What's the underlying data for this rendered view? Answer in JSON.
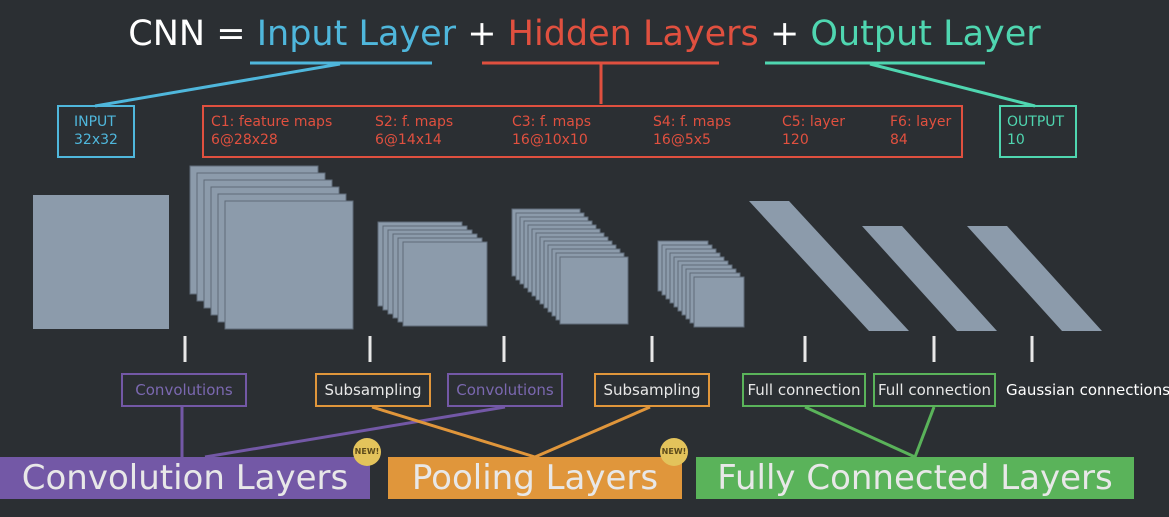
{
  "title": {
    "prefix": "CNN =",
    "input": "Input Layer",
    "plus1": "+",
    "hidden": "Hidden Layers",
    "plus2": "+",
    "output": "Output Layer"
  },
  "input_box": {
    "name": "INPUT",
    "size": "32x32"
  },
  "output_box": {
    "name": "OUTPUT",
    "size": "10"
  },
  "hidden_layers": [
    {
      "name": "C1:  feature maps",
      "size": "6@28x28"
    },
    {
      "name": "S2:  f. maps",
      "size": "6@14x14"
    },
    {
      "name": "C3:  f. maps",
      "size": "16@10x10"
    },
    {
      "name": "S4:  f. maps",
      "size": "16@5x5"
    },
    {
      "name": "C5:  layer",
      "size": "120"
    },
    {
      "name": "F6:  layer",
      "size": "84"
    }
  ],
  "operations": [
    {
      "label": "Convolutions",
      "type": "conv"
    },
    {
      "label": "Subsampling",
      "type": "pool"
    },
    {
      "label": "Convolutions",
      "type": "conv"
    },
    {
      "label": "Subsampling",
      "type": "pool"
    },
    {
      "label": "Full connection",
      "type": "fc"
    },
    {
      "label": "Full connection",
      "type": "fc"
    },
    {
      "label": "Gaussian connections",
      "type": "plain"
    }
  ],
  "categories": {
    "conv": "Convolution Layers",
    "pool": "Pooling Layers",
    "fc": "Fully Connected Layers",
    "badge": "NEW!"
  },
  "colors": {
    "background": "#2b2f33",
    "input": "#4fb7dc",
    "hidden": "#e0503f",
    "output": "#4fd6b0",
    "conv": "#7358a6",
    "pool": "#e0963b",
    "fc": "#5ab35a",
    "plate": "#8c9bab"
  }
}
